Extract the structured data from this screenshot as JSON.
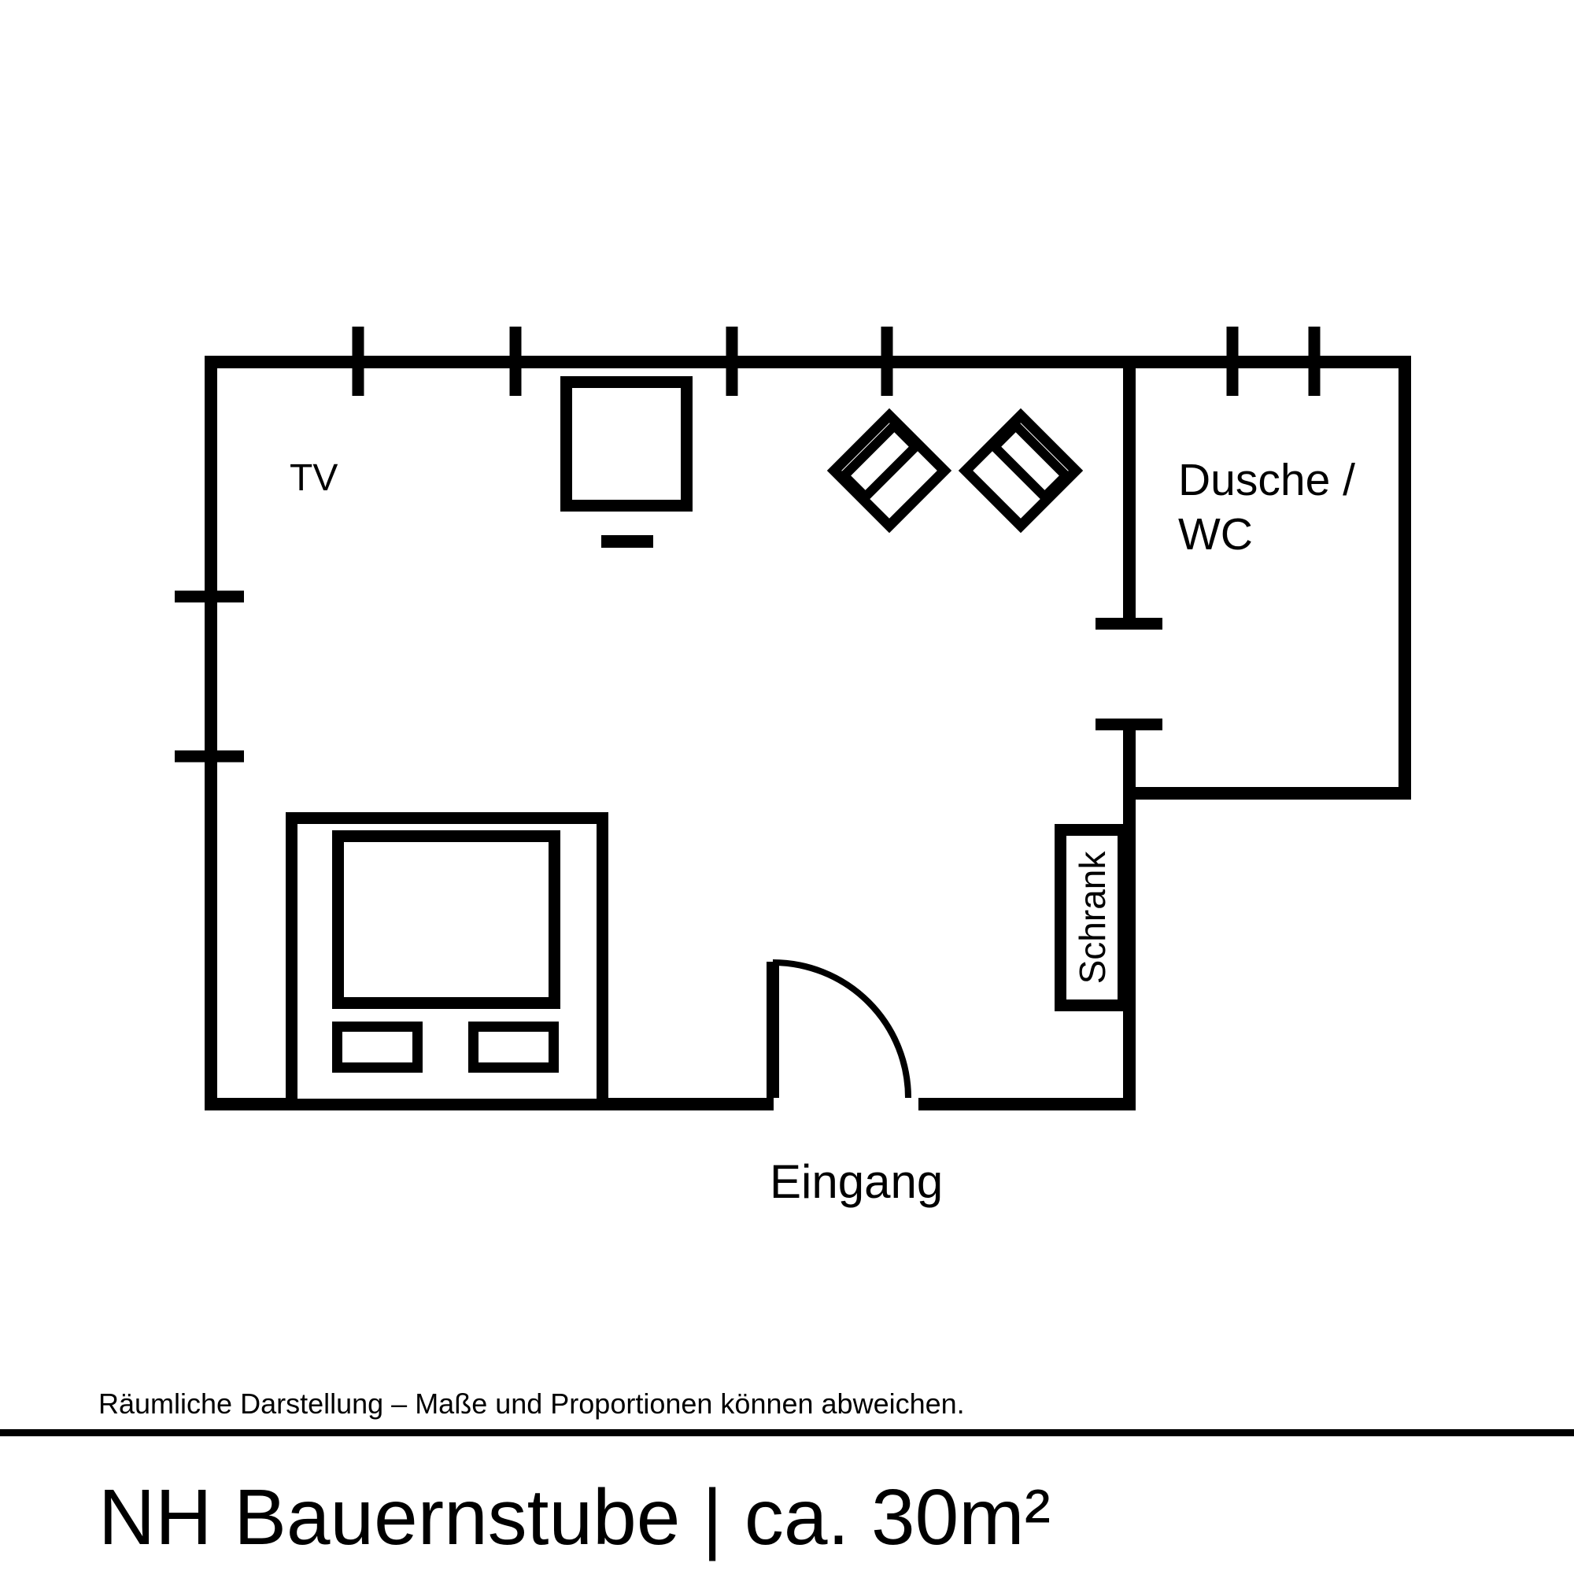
{
  "colors": {
    "background": "#ffffff",
    "ink": "#000000"
  },
  "floorplan": {
    "labels": {
      "tv": "TV",
      "bath_line1": "Dusche /",
      "bath_line2": "WC",
      "closet": "Schrank",
      "entrance": "Eingang"
    }
  },
  "footer": {
    "disclaimer": "Räumliche Darstellung – Maße und Proportionen können abweichen.",
    "title": "NH Bauernstube | ca. 30m²"
  }
}
